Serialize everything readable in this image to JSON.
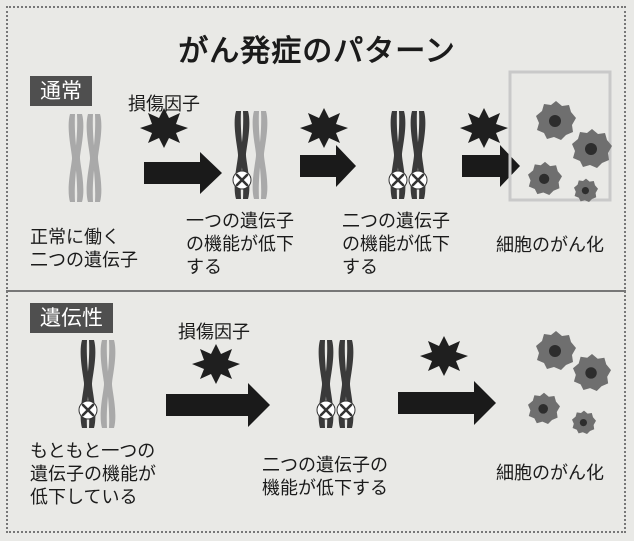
{
  "title": "がん発症のパターン",
  "normal": {
    "label": "通常",
    "damage_label": "損傷因子",
    "captions": [
      "正常に働く\n二つの遺伝子",
      "一つの遺伝子\nの機能が低下\nする",
      "二つの遺伝子\nの機能が低下\nする",
      "細胞のがん化"
    ]
  },
  "hereditary": {
    "label": "遺伝性",
    "damage_label": "損傷因子",
    "captions": [
      "もともと一つの\n遺伝子の機能が\n低下している",
      "二つの遺伝子の\n機能が低下する",
      "細胞のがん化"
    ]
  },
  "colors": {
    "dark_chromosome": "#3a3a3a",
    "light_chromosome": "#a9a9a9",
    "cancer_cell": "#6f6f6f",
    "nucleus": "#2d2d2d",
    "arrow": "#1a1a1a"
  },
  "icons": [
    "chromosome-pair-icon",
    "damage-burst-icon",
    "right-arrow-icon",
    "x-mark-icon",
    "cancer-cell-icon"
  ]
}
